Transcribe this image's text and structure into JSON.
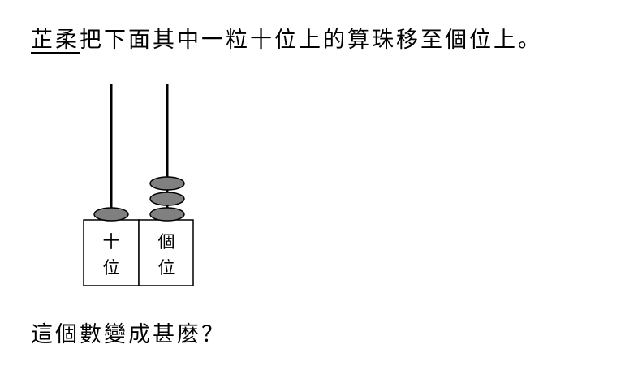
{
  "question": {
    "name": "芷柔",
    "text": "把下面其中一粒十位上的算珠移至個位上。"
  },
  "abacus": {
    "rods": [
      {
        "label_line1": "十",
        "label_line2": "位",
        "beads": 1
      },
      {
        "label_line1": "個",
        "label_line2": "位",
        "beads": 3
      }
    ],
    "bead_color": "#808080"
  },
  "followup": {
    "text": "這個數變成甚麼？"
  }
}
